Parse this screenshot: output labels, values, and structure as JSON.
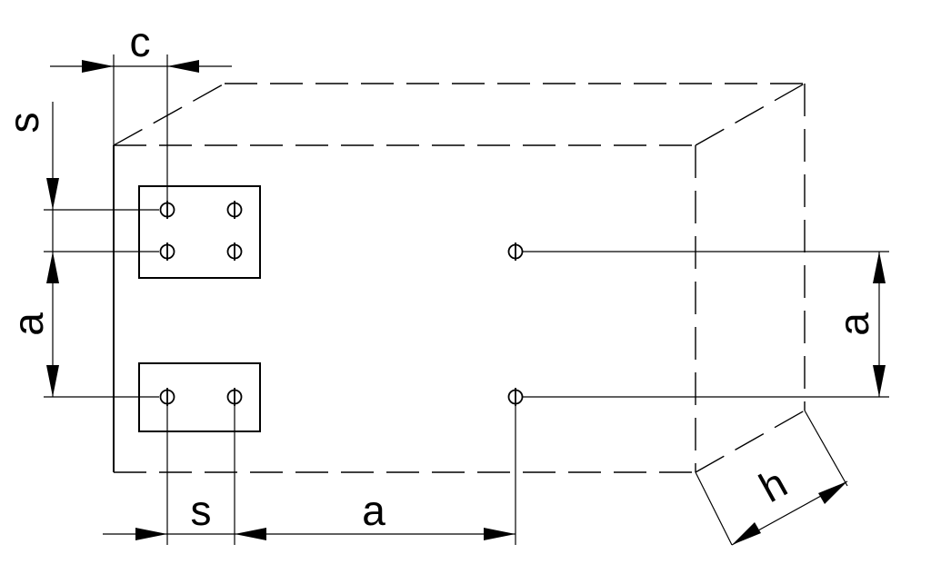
{
  "labels": {
    "c": "c",
    "s_left": "s",
    "a_left": "a",
    "a_right": "a",
    "s_bottom": "s",
    "a_bottom": "a",
    "h": "h"
  },
  "colors": {
    "line": "#000000",
    "background": "#ffffff"
  }
}
